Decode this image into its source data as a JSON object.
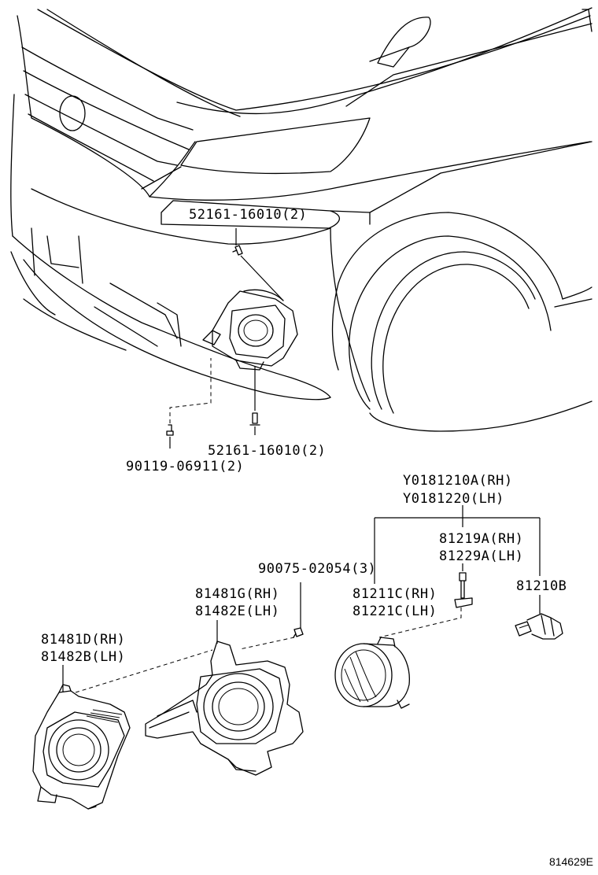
{
  "labels": {
    "clip_upper": "52161-16010(2)",
    "clip_lower": "52161-16010(2)",
    "screw_bumper": "90119-06911(2)",
    "assy_rh": "Y0181210A(RH)",
    "assy_lh": "Y0181220(LH)",
    "socket_rh": "81219A(RH)",
    "socket_lh": "81229A(LH)",
    "screw_cover": "90075-02054(3)",
    "bulb": "81210B",
    "bracket_rh": "81481G(RH)",
    "bracket_lh": "81482E(LH)",
    "lamp_rh": "81211C(RH)",
    "lamp_lh": "81221C(LH)",
    "cover_rh": "81481D(RH)",
    "cover_lh": "81482B(LH)"
  },
  "diagram_code": "814629E"
}
